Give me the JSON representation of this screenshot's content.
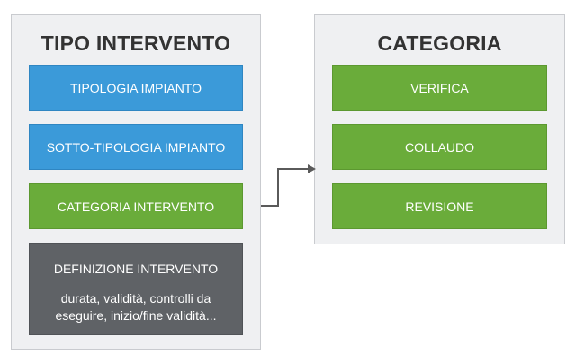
{
  "left_panel": {
    "title": "TIPO INTERVENTO",
    "items": [
      {
        "label": "TIPOLOGIA IMPIANTO",
        "color": "#3b9ad9"
      },
      {
        "label": "SOTTO-TIPOLOGIA IMPIANTO",
        "color": "#3b9ad9"
      },
      {
        "label": "CATEGORIA INTERVENTO",
        "color": "#6aac3a"
      }
    ],
    "definition": {
      "title": "DEFINIZIONE INTERVENTO",
      "description": "durata, validità, controlli da eseguire, inizio/fine validità...",
      "color": "#5f6266"
    }
  },
  "right_panel": {
    "title": "CATEGORIA",
    "items": [
      {
        "label": "VERIFICA",
        "color": "#6aac3a"
      },
      {
        "label": "COLLAUDO",
        "color": "#6aac3a"
      },
      {
        "label": "REVISIONE",
        "color": "#6aac3a"
      }
    ]
  },
  "colors": {
    "panel_background": "#eff0f2",
    "panel_border": "#c9cbcf",
    "title_text": "#333333",
    "connector": "#5a5a5a"
  }
}
